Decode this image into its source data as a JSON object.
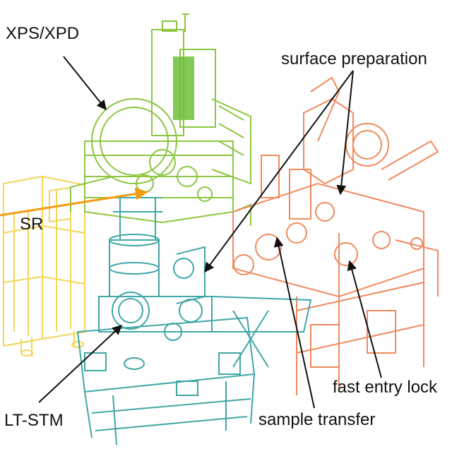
{
  "labels": {
    "xps": "XPS/XPD",
    "surface": "surface preparation",
    "sr": "SR",
    "fast_entry": "fast entry lock",
    "lt_stm": "LT-STM",
    "sample_transfer": "sample transfer"
  },
  "colors": {
    "yellow": "#f2d65a",
    "green": "#8cc63f",
    "green_dark": "#5aa02c",
    "teal": "#3fa7a6",
    "orange": "#f08a5d",
    "beam": "#f39c12",
    "text": "#111111"
  }
}
